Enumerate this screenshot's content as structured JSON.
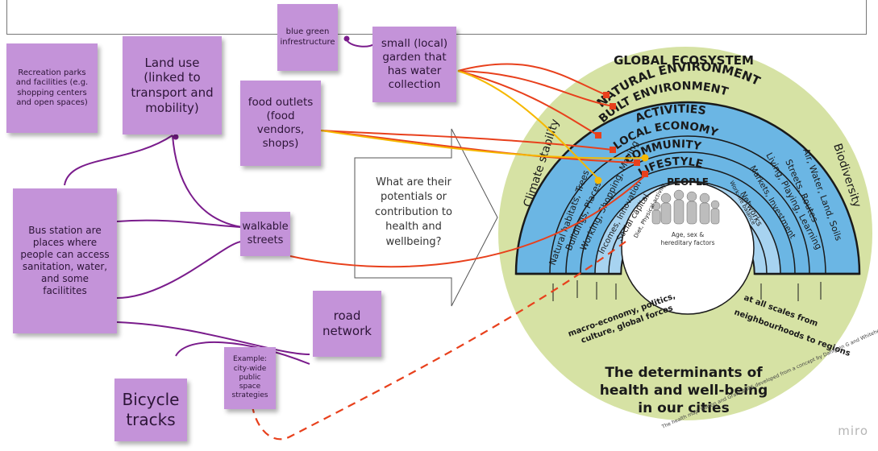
{
  "notes": {
    "recreation": "Recreation parks and facilities (e.g. shopping centers and open spaces)",
    "landuse": "Land use (linked to transport and mobility)",
    "bluegreen": "blue green infrestructure",
    "garden": "small (local) garden that has water collection",
    "food": "food outlets (food vendors, shops)",
    "bus": "Bus station are places where people can access sanitation, water, and some facilitites",
    "walkable": "walkable streets",
    "road": "road network",
    "bicycle": "Bicycle tracks",
    "example": "Example: city-wide public space strategies"
  },
  "question": "What are their potentials or contribution to health and wellbeing?",
  "healthmap": {
    "global_ecosystem": "GLOBAL ECOSYSTEM",
    "natural_environment": "NATURAL ENVIRONMENT",
    "built_environment": "BUILT ENVIRONMENT",
    "activities": "ACTIVITIES",
    "local_economy": "LOCAL ECONOMY",
    "community": "COMMUNITY",
    "lifestyle": "LIFESTYLE",
    "people": "PEOPLE",
    "climate_stability": "Climate stability",
    "biodiversity": "Biodiversity",
    "natural_habitats": "Natural habitats, Trees",
    "buildings": "Buildings, Places",
    "working": "Working, Shopping, Moving",
    "incomes": "Incomes, Innovation",
    "social_capital": "Social capital",
    "diet": "Diet, Physical activity",
    "work_life": "Work-life balance",
    "networks": "Networks",
    "markets": "Markets, Investment",
    "living": "Living, Playing, Learning",
    "streets": "Streets, Routes",
    "air": "Air, Water, Land, Soils",
    "age_sex": "Age, sex &",
    "hereditary": "hereditary factors",
    "macro_1": "macro-economy, politics,",
    "macro_2": "culture, global forces",
    "scales_1": "at all scales from",
    "scales_2": "neighbourhoods to regions",
    "determinants_1": "The determinants of",
    "determinants_2": "health and well-being",
    "determinants_3": "in our cities",
    "credit": "The health map: Barton and Grant 2006 developed from a concept by Dahlgren G and Whitehead M 1991"
  },
  "brand": "miro",
  "colors": {
    "note": "#c493d9",
    "ecosystem": "#d6e2a4",
    "ring": "#6bb6e4",
    "ring_inner": "#a7d3f0",
    "connector_purple": "#7a1c8c",
    "connector_red": "#e8401c",
    "connector_yellow": "#f6b800"
  }
}
